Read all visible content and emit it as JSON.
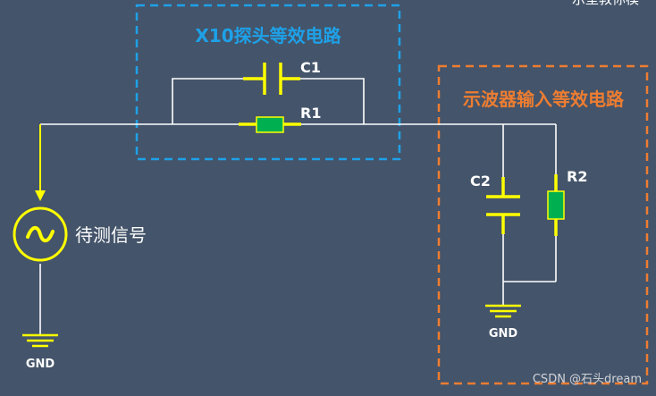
{
  "probe_box": {
    "title": "X10探头等效电路",
    "color": "#1ea1e8"
  },
  "scope_box": {
    "title": "示波器输入等效电路",
    "color": "#ed7d31"
  },
  "components": {
    "c1": "C1",
    "r1": "R1",
    "c2": "C2",
    "r2": "R2",
    "source_label": "待测信号",
    "source_symbol": "~",
    "gnd_left": "GND",
    "gnd_right": "GND"
  },
  "corner_text": "示型教你模",
  "watermark": "CSDN @石头dream",
  "colors": {
    "background": "#44546a",
    "wire": "#ffffff",
    "capacitor": "#ffff00",
    "resistor_body": "#00b050",
    "ground": "#ffff00",
    "source": "#ffff00"
  },
  "icons": {
    "source": "ac-source-icon",
    "ground": "ground-icon",
    "arrow": "arrow-down-icon"
  }
}
